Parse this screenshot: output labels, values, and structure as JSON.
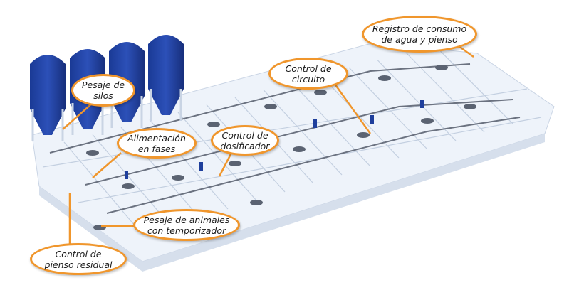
{
  "colors": {
    "accent": "#f0962c",
    "silo": "#1f3f9c",
    "floor": "#eef3fa",
    "pen": "#dfe7f2",
    "pipe": "#6b7280"
  },
  "callouts": {
    "registro": {
      "line1": "Registro de consumo",
      "line2": "de agua y pienso"
    },
    "circuito": {
      "line1": "Control de",
      "line2": "circuito"
    },
    "silos": {
      "line1": "Pesaje de",
      "line2": "silos"
    },
    "fases": {
      "line1": "Alimentación",
      "line2": "en fases"
    },
    "dosificador": {
      "line1": "Control de",
      "line2": "dosificador"
    },
    "animales": {
      "line1": "Pesaje de animales",
      "line2": "con temporizador"
    },
    "residual": {
      "line1": "Control de",
      "line2": "pienso residual"
    }
  }
}
